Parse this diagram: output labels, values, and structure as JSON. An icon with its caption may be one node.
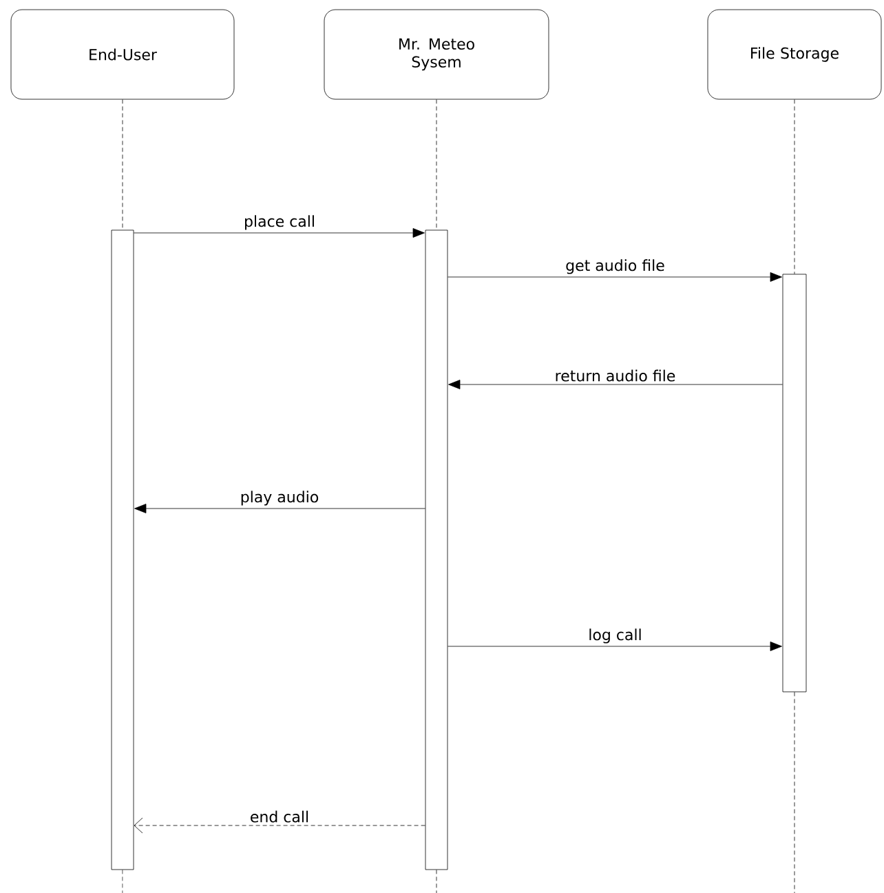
{
  "diagram": {
    "nodes": [
      {
        "text": [
          "End-User"
        ]
      },
      {
        "text": [
          "Mr. Meteo Sysem"
        ]
      },
      {
        "text": [
          "File Storage"
        ]
      },
      {
        "text": [],
        "shape": "bar"
      },
      {
        "text": [],
        "shape": "bar"
      },
      {
        "text": [],
        "shape": "bar"
      }
    ],
    "edges": [
      {
        "from": 0,
        "to": 3,
        "arrow": "none",
        "style": "dashed"
      },
      {
        "from": 1,
        "to": 4,
        "arrow": "none",
        "style": "dashed"
      },
      {
        "from": 2,
        "to": 5,
        "arrow": "none",
        "style": "dashed"
      },
      {
        "from": 3,
        "to": 4,
        "arrow": "to",
        "label": "place call"
      },
      {
        "from": 4,
        "to": 5,
        "arrow": "to",
        "label": "get audio file"
      },
      {
        "from": 5,
        "to": 4,
        "arrow": "to",
        "label": "return audio file"
      },
      {
        "from": 4,
        "to": 3,
        "arrow": "to",
        "label": "play audio"
      },
      {
        "from": 4,
        "to": 5,
        "arrow": "to",
        "label": "log call"
      },
      {
        "from": 4,
        "to": 3,
        "arrow": "to",
        "label": "end call",
        "style": "dashed"
      }
    ]
  }
}
